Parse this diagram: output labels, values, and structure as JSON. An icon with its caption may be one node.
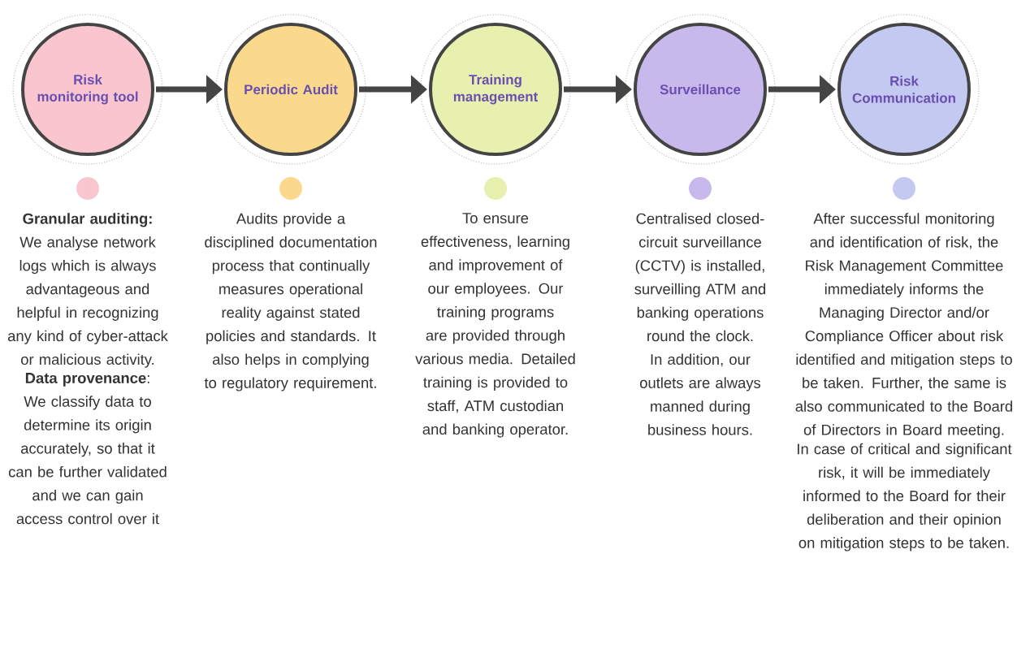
{
  "diagram": {
    "nodes": [
      {
        "text": [
          "Risk monitoring tool"
        ],
        "beside": [
          "**Granular auditing:** We analyse network logs which is always advantageous and helpful in recognizing any kind of cyber-attack or malicious activity.",
          "**Data provenance**: We classify data to determine its origin accurately, so that it can be further validated and we can gain access control over it"
        ]
      },
      {
        "text": [
          "Periodic Audit"
        ],
        "beside": [
          "Audits provide a disciplined documentation process that continually measures operational reality against stated policies and standards. It also helps in complying to regulatory requirement."
        ]
      },
      {
        "text": [
          "Training management"
        ],
        "beside": [
          "To ensure effectiveness, learning and improvement of our employees. Our training programs are provided through various media. Detailed training is provided to staff, ATM custodian and banking operator."
        ]
      },
      {
        "text": [
          "Surveillance"
        ],
        "beside": [
          "Centralised closed-circuit surveillance (CCTV) is installed, surveilling ATM and banking operations round the clock. In addition, our outlets are always manned during business hours."
        ]
      },
      {
        "text": [
          "Risk Communication"
        ],
        "beside": [
          "After successful monitoring and identification of risk, the Risk Management Committee immediately informs the Managing Director and/or Compliance Officer about risk identified and mitigation steps to be taken. Further, the same is also communicated to the Board of Directors in Board meeting.",
          "In case of critical and significant risk, it will be immediately informed to the Board for their deliberation and their opinion on mitigation steps to be taken."
        ]
      }
    ],
    "edges": [
      {
        "from": 0,
        "to": 1,
        "arrow": "to"
      },
      {
        "from": 1,
        "to": 2,
        "arrow": "to"
      },
      {
        "from": 2,
        "to": 3,
        "arrow": "to"
      },
      {
        "from": 3,
        "to": 4,
        "arrow": "to"
      }
    ]
  }
}
